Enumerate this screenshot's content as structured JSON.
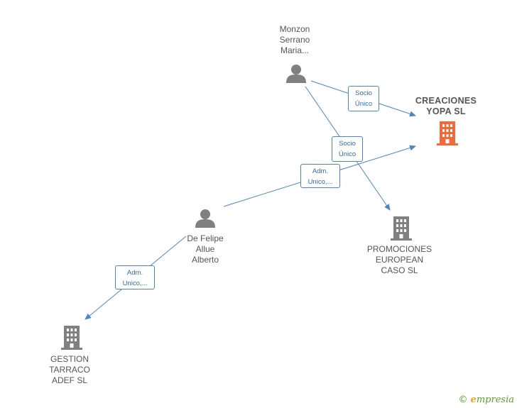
{
  "nodes": {
    "creaciones": {
      "label": "CREACIONES\nYOPA  SL",
      "type": "company-main"
    },
    "monzon": {
      "label": "Monzon\nSerrano\nMaria...",
      "type": "person"
    },
    "defelipe": {
      "label": "De Felipe\nAllue\nAlberto",
      "type": "person"
    },
    "promociones": {
      "label": "PROMOCIONES\nEUROPEAN\nCASO  SL",
      "type": "company"
    },
    "gestion": {
      "label": "GESTION\nTARRACO\nADEF  SL",
      "type": "company"
    }
  },
  "edges": {
    "monzon_creaciones": "Socio\nÚnico",
    "monzon_promociones": "Socio\nÚnico",
    "defelipe_creaciones": "Adm.\nUnico,...",
    "defelipe_gestion": "Adm.\nUnico,..."
  },
  "brand": {
    "copyright": "©",
    "name_initial": "e",
    "name_rest": "mpresia"
  },
  "colors": {
    "edge": "#4a86c8",
    "main_company": "#f26a3a",
    "company": "#808080",
    "person": "#808080"
  }
}
